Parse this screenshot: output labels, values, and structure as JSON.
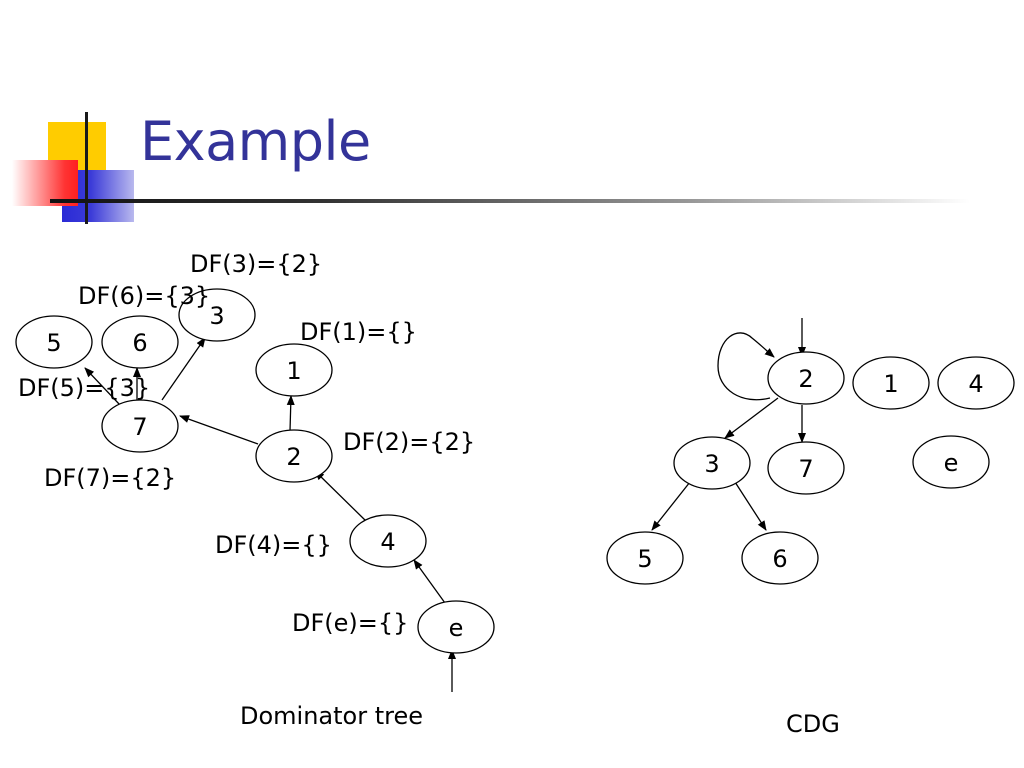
{
  "slide": {
    "title": "Example"
  },
  "dominator_tree": {
    "caption": "Dominator tree",
    "nodes": {
      "n1": "1",
      "n2": "2",
      "n3": "3",
      "n4": "4",
      "n5": "5",
      "n6": "6",
      "n7": "7",
      "ne": "e"
    },
    "df_labels": {
      "df3": "DF(3)={2}",
      "df6": "DF(6)={3}",
      "df1": "DF(1)={}",
      "df5": "DF(5)={3}",
      "df2": "DF(2)={2}",
      "df7": "DF(7)={2}",
      "df4": "DF(4)={}",
      "dfe": "DF(e)={}"
    }
  },
  "cdg": {
    "caption": "CDG",
    "nodes": {
      "n1": "1",
      "n2": "2",
      "n3": "3",
      "n4": "4",
      "n5": "5",
      "n6": "6",
      "n7": "7",
      "ne": "e"
    }
  }
}
